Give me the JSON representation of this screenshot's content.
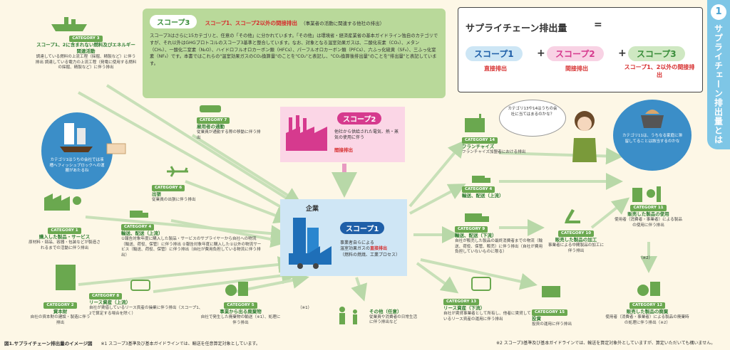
{
  "side_tab": {
    "number": "1",
    "title": "サプライチェーン排出量とは"
  },
  "equation": {
    "title": "サプライチェーン排出量",
    "equals": "=",
    "plus": "+",
    "s1": {
      "label": "スコープ1",
      "sub": "直接排出"
    },
    "s2": {
      "label": "スコープ2",
      "sub": "間接排出"
    },
    "s3": {
      "label": "スコープ3",
      "sub": "スコープ1、2以外の間接排出"
    }
  },
  "scope3_box": {
    "badge": "スコープ3",
    "heading": "スコープ1、スコープ2以外の間接排出",
    "heading_note": "（事業者の活動に関連する他社の排出）",
    "body": "スコープ3はさらに15カテゴリと、任意の「その他」に分かれています。「その他」は環境省・経済産業省の基本ガイドライン独自のカテゴリですが、それ以外はGHGプロトコルのスコープ3基準と整合しています。なお、対象となる温室効果ガスは、二酸化炭素（CO₂）、メタン（CH₄）、一酸化二窒素（N₂O）、ハイドロフルオロカーボン類（HFCs）、パーフルオロカーボン類（PFCs）、六ふっ化硫黄（SF₆）、三ふっ化窒素（NF₃）です。本書ではこれらの\"温室効果ガスのCO₂換算量\"のことを\"CO₂\"と表記し、\"CO₂換算後排出量\"のことを\"排出量\"と表記しています。"
  },
  "scope2": {
    "label": "スコープ2",
    "desc": "他社から供給された電気、熱・蒸気の使用に伴う",
    "sub": "間接排出"
  },
  "company": {
    "label": "企業",
    "scope": "スコープ1",
    "desc1": "事業者自らによる",
    "desc2": "温室効果ガスの",
    "red": "直接排出",
    "desc3": "（燃料の燃焼、工業プロセス）"
  },
  "categories": {
    "c1": {
      "tag": "CATEGORY 1",
      "title": "購入した製品・サービス",
      "desc": "原材料・部品、容器・包装などが製造されるまでの活動に伴う排出"
    },
    "c2": {
      "tag": "CATEGORY 2",
      "title": "資本財",
      "desc": "自社の資本財の建設・製造に伴う排出"
    },
    "c3": {
      "tag": "CATEGORY 3",
      "title": "スコープ1、2に含まれない燃料及びエネルギー関連活動",
      "desc": "調達している燃料の上流工程（採掘、精製など）に伴う排出 調達している電力の上流工程（発電に使用する燃料の採掘、精製など）に伴う排出"
    },
    "c4a": {
      "tag": "CATEGORY 4",
      "title": "輸送、配送（上流）",
      "desc": "①報告対象年度に購入した製品・サービスのサプライヤーから自社への物流（輸送、荷役、保管）に伴う排出 ②報告対象年度に購入した①以外の物流サービス（輸送、荷役、保管）に伴う排出（自社が費用負担している物流に伴う排出）"
    },
    "c4b": {
      "tag": "CATEGORY 4",
      "title": "輸送、配送（上流）",
      "desc": ""
    },
    "c5": {
      "tag": "CATEGORY 5",
      "title": "事業から出る廃棄物",
      "desc": "自社で発生した廃棄物の輸送（※1）、処理に伴う排出"
    },
    "c6": {
      "tag": "CATEGORY 6",
      "title": "出張",
      "desc": "従業員の出張に伴う排出"
    },
    "c7": {
      "tag": "CATEGORY 7",
      "title": "雇用者の通勤",
      "desc": "従業員が通勤する際の移動に伴う排出"
    },
    "c8": {
      "tag": "CATEGORY 8",
      "title": "リース資産（上流）",
      "desc": "自社が賃借しているリース資産の操業に伴う排出（スコープ1、2で算定する場合を除く）"
    },
    "c9": {
      "tag": "CATEGORY 9",
      "title": "輸送、配送（下流）",
      "desc": "自社が販売した製品の最終消費者までの物流（輸送、荷役、保管、販売）に伴う排出（自社が費用負担していないものに限る）"
    },
    "c10": {
      "tag": "CATEGORY 10",
      "title": "販売した製品の加工",
      "desc": "事業者による中間製品の加工に伴う排出"
    },
    "c11": {
      "tag": "CATEGORY 11",
      "title": "販売した製品の使用",
      "desc": "使用者（消費者・事業者）による製品の使用に伴う排出"
    },
    "c12": {
      "tag": "CATEGORY 12",
      "title": "販売した製品の廃棄",
      "desc": "使用者（消費者・事業者）による製品の廃棄時の処理に伴う排出（※2）"
    },
    "c13": {
      "tag": "CATEGORY 13",
      "title": "リース資産（下流）",
      "desc": "自社が賃貸事業者として所有し、他者に賃貸しているリース資産の運用に伴う排出"
    },
    "c14": {
      "tag": "CATEGORY 14",
      "title": "フランチャイズ",
      "desc": "フランチャイズ加盟者における排出"
    },
    "c15": {
      "tag": "CATEGORY 15",
      "title": "投資",
      "desc": "投資の運用に伴う排出"
    },
    "other": {
      "title": "その他（任意）",
      "desc": "従業員や消費者の日常生活に伴う排出など"
    }
  },
  "bubbles": {
    "left": "カテゴリ1はうちの会社では液槽へフィッシュブロックへの運搬があたるね",
    "mid": "カテゴリ13や14はうちの会社に当てはまるのかな？",
    "right": "カテゴリ11は、うちなる家庭に滞留してることは該当するのかな"
  },
  "notes": {
    "n1": "（※1）",
    "n2": "（※2）"
  },
  "footer": {
    "caption": "図1.サプライチェーン排出量のイメージ図",
    "note1": "※1 スコープ3基準及び基本ガイドラインでは、輸送を任意算定対象としています。",
    "note2": "※2 スコープ3基準及び基本ガイドラインでは、輸送を算定対象外としていますが、算定いただいても構いません。"
  },
  "colors": {
    "s1": "#1f5fa8",
    "s2": "#d63a8e",
    "s3": "#3b8e3b",
    "red": "#d62d2d",
    "cat_green": "#6aa84f",
    "scope3_bg": "#b9d99a",
    "blue_box": "#cfe6f5",
    "pink_box": "#fbd6e6"
  }
}
